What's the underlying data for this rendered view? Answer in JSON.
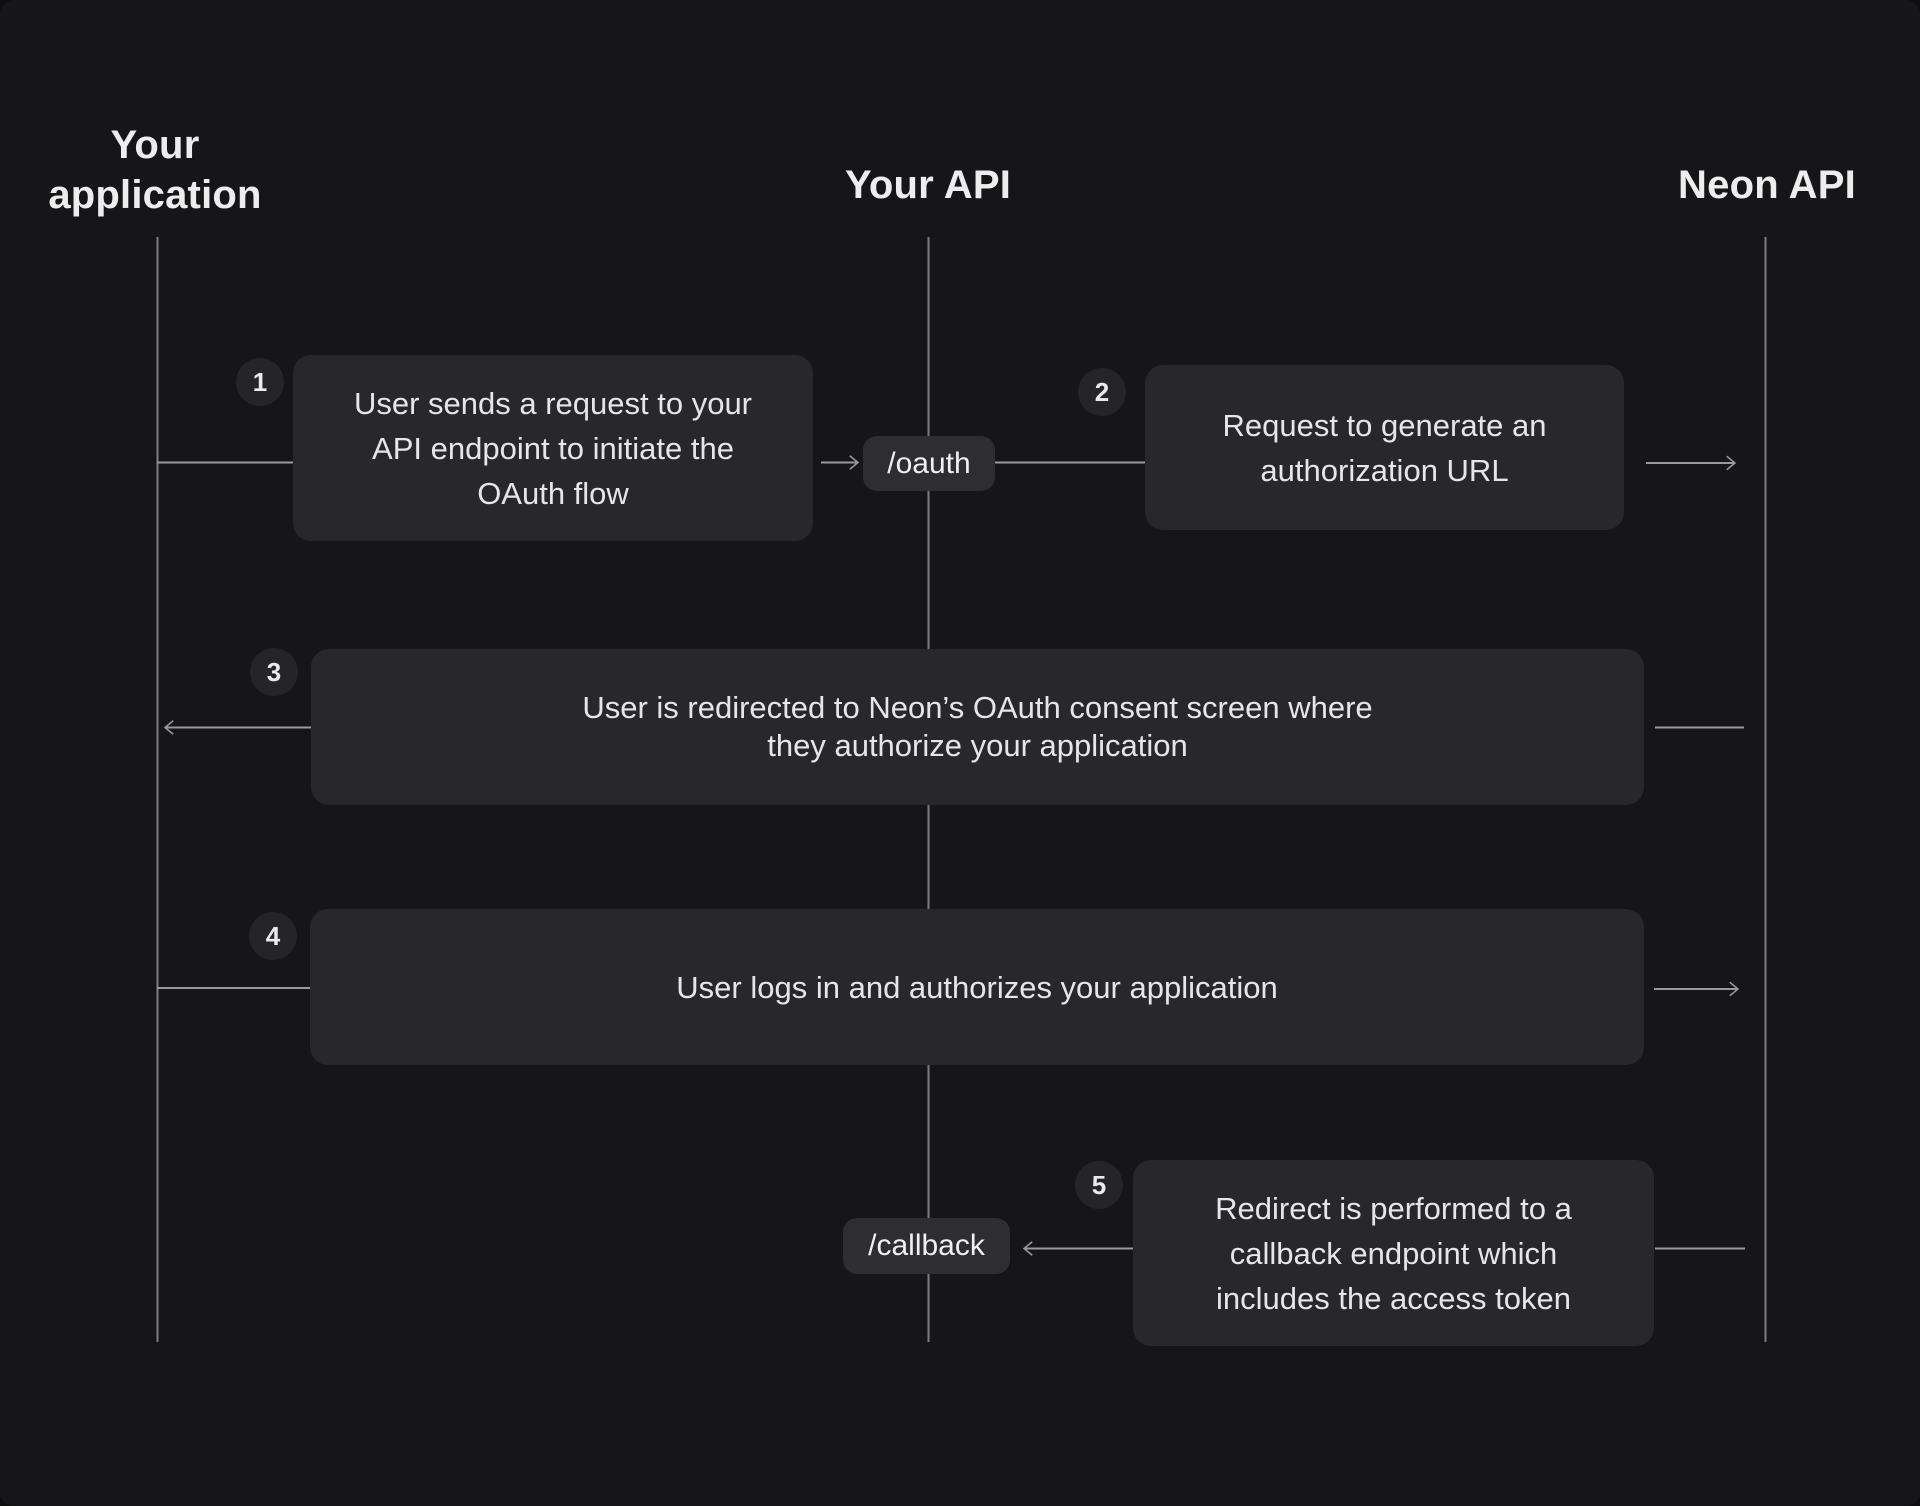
{
  "lanes": [
    {
      "id": "your-application",
      "label": "Your application"
    },
    {
      "id": "your-api",
      "label": "Your API"
    },
    {
      "id": "neon-api",
      "label": "Neon API"
    }
  ],
  "steps": [
    {
      "number": "1",
      "text": "User sends a request to your API endpoint to initiate the OAuth flow",
      "lines": [
        "User sends a request to your",
        "API endpoint to initiate the",
        "OAuth flow"
      ]
    },
    {
      "number": "2",
      "text": "Request to generate an authorization URL",
      "lines": [
        "Request to generate an",
        "authorization URL"
      ]
    },
    {
      "number": "3",
      "text": "User is redirected to Neon’s OAuth consent screen where they authorize your application",
      "lines": [
        "User is redirected to Neon’s OAuth consent screen where",
        "they authorize your application"
      ]
    },
    {
      "number": "4",
      "text": "User logs in and authorizes your application",
      "lines": [
        "User logs in and authorizes your application"
      ]
    },
    {
      "number": "5",
      "text": "Redirect is performed to a callback endpoint which includes the access token",
      "lines": [
        "Redirect is performed to a",
        "callback endpoint which",
        "includes the access token"
      ]
    }
  ],
  "endpoints": [
    {
      "label": "/oauth"
    },
    {
      "label": "/callback"
    }
  ],
  "colors": {
    "background": "#161618",
    "step_box": "#28282a",
    "endpoint_chip": "#2e2e31",
    "number_circle": "#252527",
    "connector_line": "#9a9a9d",
    "lifeline": "#8f8f93",
    "body_text": "#e6e6e8",
    "heading_text": "#ededee"
  }
}
